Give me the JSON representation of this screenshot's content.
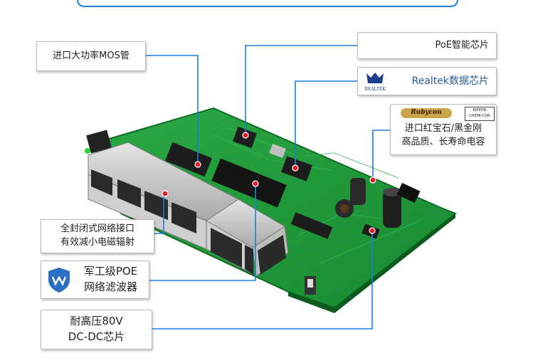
{
  "callouts": {
    "mos": "进口大功率MOS管",
    "poe_chip": "PoE智能芯片",
    "realtek_chip": "Realtek数据芯片",
    "realtek_logo_text": "REALTEK",
    "rubycon_logo_text": "Rubycon",
    "nippon_logo_line1": "NIPPON",
    "nippon_logo_line2": "CHEMI-CON",
    "capacitor_line1": "进口红宝石/黑金刚",
    "capacitor_line2": "高品质、长寿命电容",
    "shielded_line1": "全封闭式网络接口",
    "shielded_line2": "有效减小电磁辐射",
    "filter_line1": "军工级POE",
    "filter_line2": "网络滤波器",
    "dcdc_line1": "耐高压80V",
    "dcdc_line2": "DC-DC芯片"
  },
  "colors": {
    "pcb_green": "#1f9a3a",
    "leader_blue": "#1a7fe0",
    "marker_red": "#e8192c"
  }
}
